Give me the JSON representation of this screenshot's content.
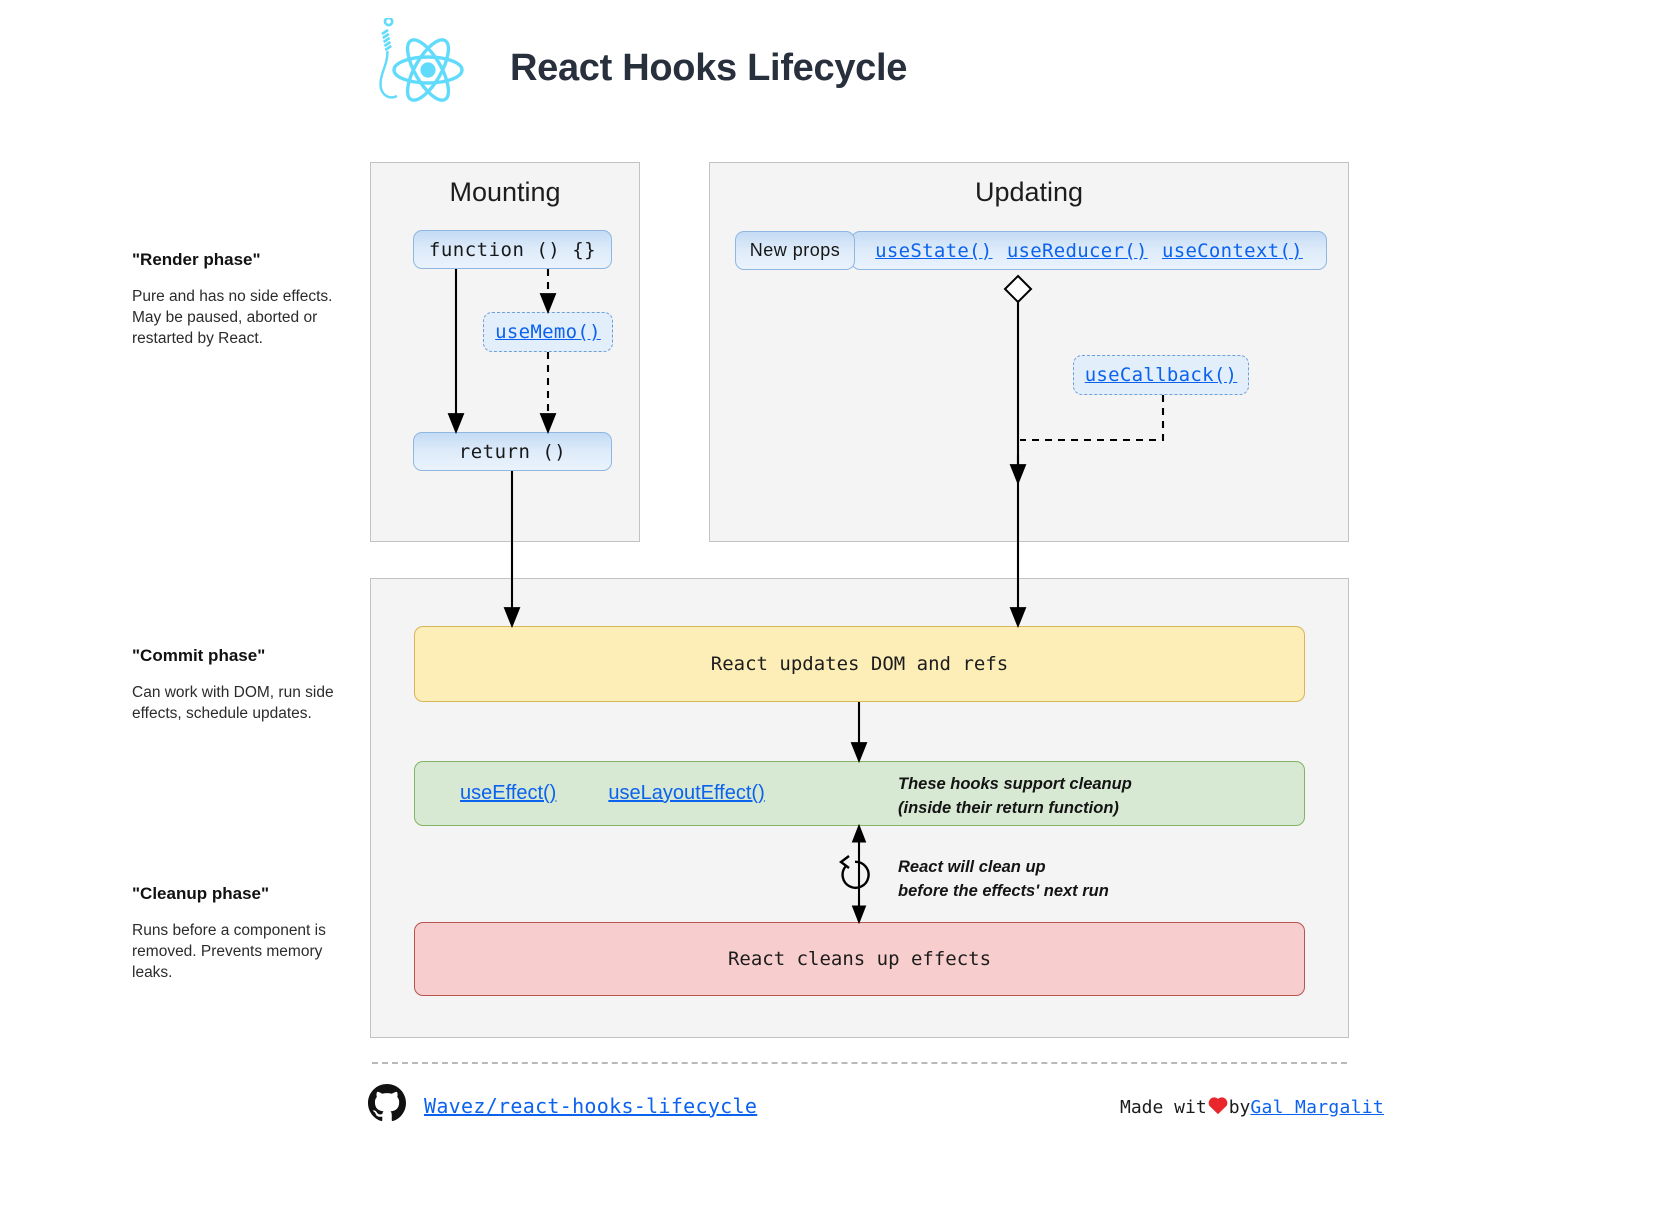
{
  "header": {
    "title": "React Hooks Lifecycle",
    "logo_icon": "react-hook-atom-logo"
  },
  "phases": [
    {
      "id": "render",
      "title": "\"Render phase\"",
      "description": "Pure and has no side effects. May be paused, aborted or restarted by React."
    },
    {
      "id": "commit",
      "title": "\"Commit phase\"",
      "description": "Can work with DOM, run side effects, schedule updates."
    },
    {
      "id": "cleanup",
      "title": "\"Cleanup phase\"",
      "description": "Runs before a component is removed. Prevents memory leaks."
    }
  ],
  "mounting": {
    "title": "Mounting",
    "function_node": "function () {}",
    "use_memo": "useMemo()",
    "return_node": "return ()"
  },
  "updating": {
    "title": "Updating",
    "new_props": "New props",
    "hooks": [
      "useState()",
      "useReducer()",
      "useContext()"
    ],
    "use_callback": "useCallback()"
  },
  "commit": {
    "dom_node": "React updates DOM and refs",
    "effect_hooks": [
      "useEffect()",
      "useLayoutEffect()"
    ],
    "effect_note": "These hooks support cleanup\n(inside their return function)",
    "cleanup_note": "React will clean up\nbefore the effects' next run",
    "cleanup_node": "React cleans up effects",
    "loop_icon": "refresh-cycle-icon"
  },
  "footer": {
    "github_icon": "github-icon",
    "repo_link": "Wavez/react-hooks-lifecycle",
    "made_with_prefix": "Made wit",
    "heart_icon": "heart-icon",
    "made_with_by": " by ",
    "author_link": "Gal Margalit"
  },
  "colors": {
    "accent_blue": "#0b62ee",
    "logo_cyan": "#61dbfb",
    "title_dark": "#29303d",
    "panel_bg": "#f4f4f4",
    "panel_border": "#c2c2c2",
    "node_blue_border": "#8fb7e2",
    "node_yellow_fill": "#fdeeb8",
    "node_yellow_border": "#d6b656",
    "node_green_fill": "#d7e8d3",
    "node_green_border": "#82b366",
    "node_red_fill": "#f7cecd",
    "node_red_border": "#b85450",
    "heart_red": "#e8262b"
  }
}
